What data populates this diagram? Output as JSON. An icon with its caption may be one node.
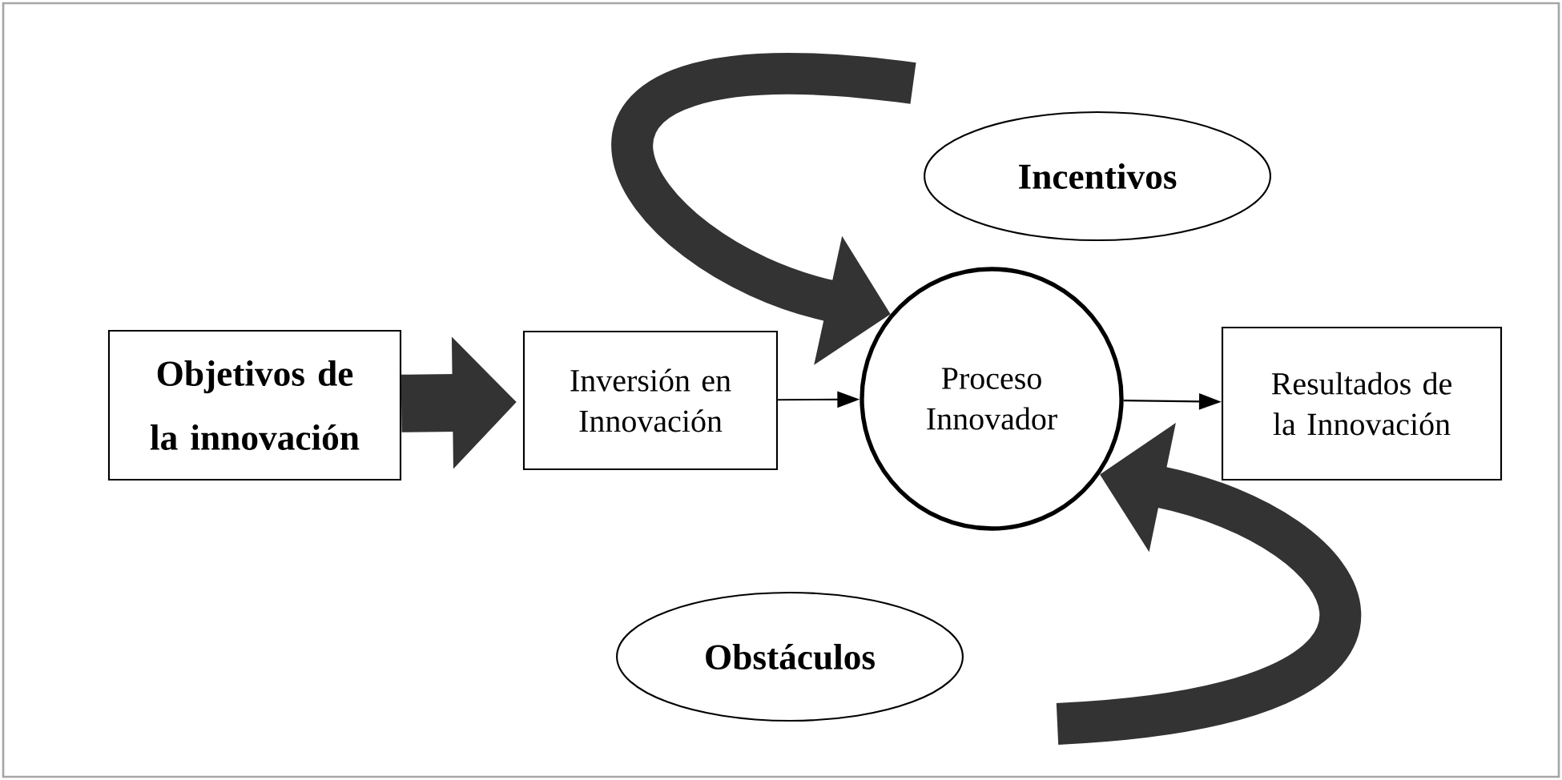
{
  "diagram": {
    "nodes": [
      {
        "text": [
          "Objetivos de la innovación"
        ]
      },
      {
        "text": [
          "Inversión en Innovación"
        ]
      },
      {
        "text": [
          "Proceso Innovador"
        ]
      },
      {
        "text": [
          "Resultados de la Innovación"
        ]
      },
      {
        "text": [
          "Incentivos"
        ]
      },
      {
        "text": [
          "Obstáculos"
        ]
      }
    ],
    "edges": [
      {
        "from": 0,
        "to": 1,
        "arrow": "to"
      },
      {
        "from": 1,
        "to": 2,
        "arrow": "to"
      },
      {
        "from": 2,
        "to": 3,
        "arrow": "to"
      },
      {
        "from": null,
        "to": 2,
        "arrow": "to"
      },
      {
        "from": null,
        "to": 2,
        "arrow": "to"
      }
    ]
  }
}
